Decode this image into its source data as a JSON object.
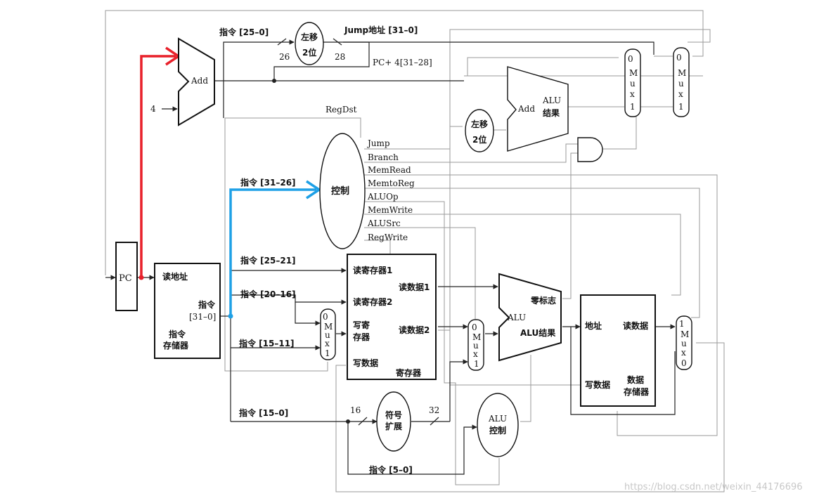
{
  "blocks": {
    "pc": "PC",
    "add_top": "Add",
    "four": "4",
    "shift_top": [
      "左移",
      "2位"
    ],
    "shift_mid": [
      "左移",
      "2位"
    ],
    "control": "控制",
    "instr_mem": {
      "read_addr": "读地址",
      "instr": "指令",
      "range": "[31–0]",
      "name": [
        "指令",
        "存储器"
      ]
    },
    "regfile": {
      "read_reg1": "读寄存器1",
      "read_reg2": "读寄存器2",
      "write_reg": [
        "写寄",
        "存器"
      ],
      "write_data": "写数据",
      "read_data1": "读数据1",
      "read_data2": "读数据2",
      "name": "寄存器"
    },
    "alu": {
      "name": "ALU",
      "zero": "零标志",
      "result": "ALU结果"
    },
    "add_branch": {
      "name": "Add",
      "alu": "ALU",
      "result": "结果"
    },
    "data_mem": {
      "addr": "地址",
      "read_data": "读数据",
      "write_data": "写数据",
      "name": [
        "数据",
        "存储器"
      ]
    },
    "sign_ext": [
      "符号",
      "扩展"
    ],
    "alu_ctrl": [
      "ALU",
      "控制"
    ],
    "mux_a": [
      "0",
      "M",
      "u",
      "x",
      "1"
    ],
    "mux_b": [
      "0",
      "M",
      "u",
      "x",
      "1"
    ],
    "mux_reg": [
      "0",
      "M",
      "u",
      "x",
      "1"
    ],
    "mux_alu": [
      "0",
      "M",
      "u",
      "x",
      "1"
    ],
    "mux_mem": [
      "1",
      "M",
      "u",
      "x",
      "0"
    ]
  },
  "labels": {
    "instr_25_0": "指令 [25–0]",
    "n26": "26",
    "n28": "28",
    "jump_addr": "Jump地址 [31–0]",
    "pc4": "PC+ 4[31–28]",
    "regdst": "RegDst",
    "jump": "Jump",
    "branch": "Branch",
    "memread": "MemRead",
    "memtoreg": "MemtoReg",
    "aluop": "ALUOp",
    "memwrite": "MemWrite",
    "alusrc": "ALUSrc",
    "regwrite": "RegWrite",
    "instr_31_26": "指令 [31–26]",
    "instr_25_21": "指令 [25–21]",
    "instr_20_16": "指令 [20–16]",
    "instr_15_11": "指令 [15–11]",
    "instr_15_0": "指令 [15–0]",
    "n16": "16",
    "n32": "32",
    "instr_5_0": "指令 [5–0]"
  },
  "watermark": "https://blog.csdn.net/weixin_44176696",
  "colors": {
    "highlight_red": "#e8202a",
    "highlight_blue": "#1ea0e6"
  }
}
